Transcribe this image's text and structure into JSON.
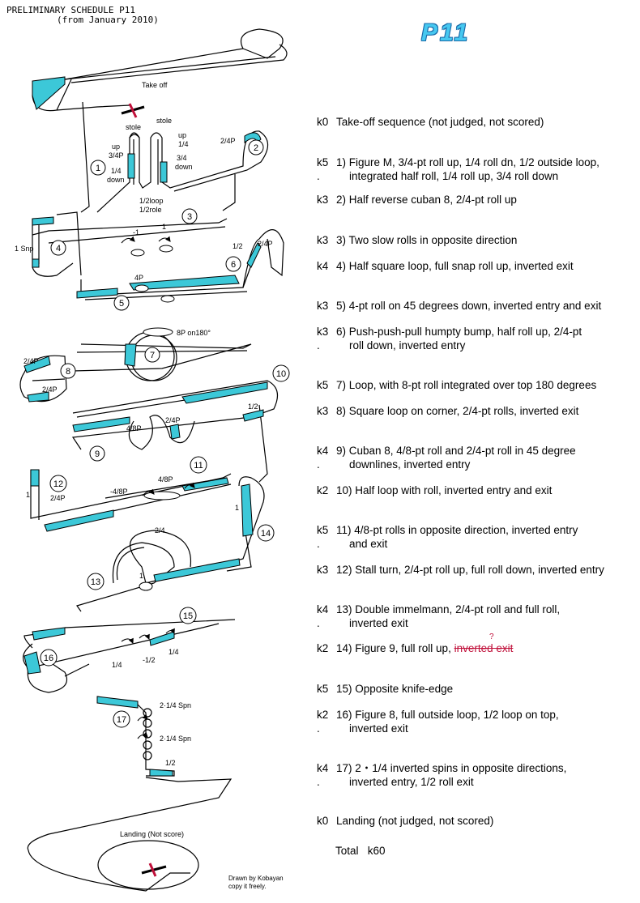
{
  "header": {
    "title": "PRELIMINARY SCHEDULE P11",
    "subtitle": "(from January 2010)",
    "logo": "P11"
  },
  "footer": {
    "line1": "Drawn by Kobayan",
    "line2": "copy it freely."
  },
  "labels": {
    "takeoff": "Take off",
    "landing": "Landing (Not score)",
    "stole": "stole",
    "up34p": "up",
    "up34p_b": "3/4P",
    "q14": "1/4",
    "down": "down",
    "up": "up",
    "q14b": "1/4",
    "q34": "3/4",
    "down_b": "down",
    "halfloop": "1/2loop",
    "halfrole": "1/2role",
    "p24": "2/4P",
    "snp": "1 Snp",
    "m1": "-1",
    "p1": "1",
    "half": "1/2",
    "p4": "4P",
    "p8on180": "8P on180°",
    "p48": "4/8P",
    "m48": "-4/8P",
    "one": "1",
    "twofour": "2/4",
    "m12": "-1/2",
    "spn": "2·1/4 Spn"
  },
  "figures": [
    "1",
    "2",
    "3",
    "4",
    "5",
    "6",
    "7",
    "8",
    "9",
    "10",
    "11",
    "12",
    "13",
    "14",
    "15",
    "16",
    "17"
  ],
  "schedule": [
    {
      "k": "k0",
      "line1": "Take-off  sequence (not judged, not scored)",
      "line2": ""
    },
    {
      "k": "k5",
      "line1": "1) Figure M, 3/4-pt roll up, 1/4 roll dn, 1/2 outside loop,",
      "line2": "integrated half roll, 1/4 roll up, 3/4 roll down"
    },
    {
      "k": "k3",
      "line1": "2) Half reverse cuban 8, 2/4-pt roll up",
      "line2": ""
    },
    {
      "k": "k3",
      "line1": "3) Two slow rolls in opposite direction",
      "line2": ""
    },
    {
      "k": "k4",
      "line1": "4) Half square loop, full snap roll up, inverted exit",
      "line2": ""
    },
    {
      "k": "k3",
      "line1": "5) 4-pt roll on 45 degrees down, inverted entry and exit",
      "line2": ""
    },
    {
      "k": "k3",
      "line1": "6) Push-push-pull humpty bump, half roll up, 2/4-pt",
      "line2": "roll down, inverted entry"
    },
    {
      "k": "k5",
      "line1": "7) Loop, with 8-pt roll integrated over top 180 degrees",
      "line2": ""
    },
    {
      "k": "k3",
      "line1": "8) Square loop on corner, 2/4-pt rolls, inverted exit",
      "line2": ""
    },
    {
      "k": "k4",
      "line1": "9) Cuban 8, 4/8-pt roll and 2/4-pt roll in 45 degree",
      "line2": "downlines, inverted entry"
    },
    {
      "k": "k2",
      "line1": "10) Half loop with   roll, inverted entry and exit",
      "line2": ""
    },
    {
      "k": "k5",
      "line1": "11) 4/8-pt rolls in opposite direction, inverted entry",
      "line2": "and exit"
    },
    {
      "k": "k3",
      "line1": "12) Stall turn, 2/4-pt roll up, full roll down, inverted entry",
      "line2": ""
    },
    {
      "k": "k4",
      "line1": "13) Double immelmann, 2/4-pt roll and full roll,",
      "line2": "inverted exit"
    },
    {
      "k": "k2",
      "line1": "14) Figure 9, full roll up, ",
      "strike": "inverted exit",
      "note": "?",
      "line2": ""
    },
    {
      "k": "k5",
      "line1": "15) Opposite knife-edge",
      "line2": ""
    },
    {
      "k": "k2",
      "line1": "16) Figure 8, full outside loop, 1/2 loop on top,",
      "line2": "inverted exit"
    },
    {
      "k": "k4",
      "line1": "17) 2・1/4 inverted spins in opposite directions,",
      "line2": "inverted entry, 1/2 roll exit"
    },
    {
      "k": "k0",
      "line1": "Landing (not judged, not scored)",
      "line2": ""
    }
  ],
  "total": {
    "label": "Total",
    "value": "k60"
  },
  "colors": {
    "accent": "#3cc8d8",
    "strike": "#c0103a",
    "logo": "#46c8f0"
  }
}
